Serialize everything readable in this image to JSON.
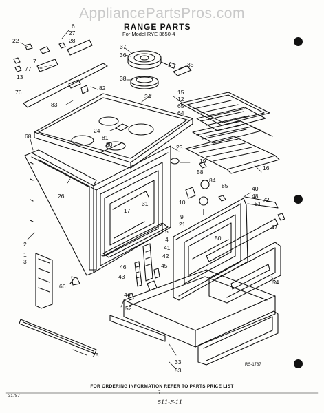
{
  "header": {
    "watermark": "AppliancePartsPros.com",
    "title": "RANGE PARTS",
    "subtitle": "For Model RYE 3650-4"
  },
  "footer": {
    "ordering_note": "FOR ORDERING INFORMATION REFER TO PARTS PRICE LIST",
    "page_number": "7",
    "figure_code": "RS-1787",
    "print_code": "31787",
    "handwritten_note": "511-F-11"
  },
  "callouts": [
    "6",
    "27",
    "28",
    "22",
    "7",
    "77",
    "13",
    "76",
    "37",
    "36",
    "35",
    "38",
    "82",
    "83",
    "34",
    "15",
    "12",
    "65",
    "64",
    "24",
    "81",
    "80",
    "68",
    "23",
    "19",
    "16",
    "58",
    "84",
    "85",
    "26",
    "40",
    "48",
    "51",
    "72",
    "17",
    "31",
    "10",
    "9",
    "21",
    "5",
    "4",
    "50",
    "47",
    "2",
    "1",
    "3",
    "41",
    "42",
    "46",
    "45",
    "43",
    "66",
    "44",
    "54",
    "52",
    "25",
    "33",
    "53"
  ]
}
